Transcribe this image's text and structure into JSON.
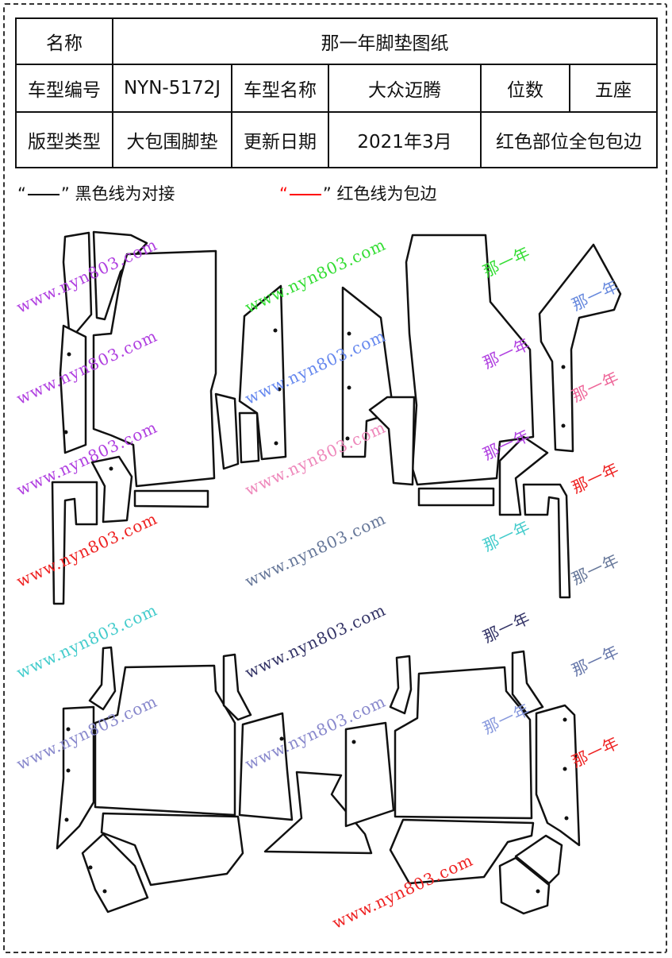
{
  "table": {
    "name_label": "名称",
    "name_value": "那一年脚垫图纸",
    "model_code_label": "车型编号",
    "model_code_value": "NYN-5172J",
    "model_name_label": "车型名称",
    "model_name_value": "大众迈腾",
    "seats_label": "位数",
    "seats_value": "五座",
    "type_label": "版型类型",
    "type_value": "大包围脚垫",
    "update_label": "更新日期",
    "update_value": "2021年3月",
    "note_value": "红色部位全包包边"
  },
  "legend": {
    "black_quote_open": "“",
    "black_quote_close": "”",
    "black_text": "黑色线为对接",
    "red_quote_open": "“",
    "red_quote_close": "”",
    "red_text": "红色线为包边",
    "black_color": "#000000",
    "red_color": "#ff0000"
  },
  "watermarks": [
    {
      "text": "那一年",
      "color": "#33dd33"
    },
    {
      "text": "那一年",
      "color": "#b040e0"
    },
    {
      "text": "www.nyn803.com",
      "color": "#33dd33"
    },
    {
      "text": "www.nyn803.com",
      "color": "#b040e0"
    },
    {
      "text": "那一年",
      "color": "#b040e0"
    },
    {
      "text": "那一年",
      "color": "#6688dd"
    },
    {
      "text": "www.nyn803.com",
      "color": "#6688ee"
    },
    {
      "text": "www.nyn803.com",
      "color": "#b040e0"
    },
    {
      "text": "那一年",
      "color": "#ee6699"
    },
    {
      "text": "www.nyn803.com",
      "color": "#b040e0"
    },
    {
      "text": "www.nyn803.com",
      "color": "#ee88bb"
    },
    {
      "text": "那一年",
      "color": "#ee2222"
    },
    {
      "text": "www.nyn803.com",
      "color": "#ee2222"
    },
    {
      "text": "那一年",
      "color": "#44cccc"
    },
    {
      "text": "那一年",
      "color": "#667799"
    },
    {
      "text": "www.nyn803.com",
      "color": "#667799"
    },
    {
      "text": "那一年",
      "color": "#333366"
    },
    {
      "text": "www.nyn803.com",
      "color": "#44cccc"
    },
    {
      "text": "那一年",
      "color": "#6677aa"
    },
    {
      "text": "www.nyn803.com",
      "color": "#333366"
    },
    {
      "text": "那一年",
      "color": "#8899dd"
    },
    {
      "text": "www.nyn803.com",
      "color": "#8888cc"
    },
    {
      "text": "那一年",
      "color": "#ee2222"
    },
    {
      "text": "www.nyn803.com",
      "color": "#8888cc"
    },
    {
      "text": "www.nyn803.com",
      "color": "#ee2222"
    }
  ]
}
